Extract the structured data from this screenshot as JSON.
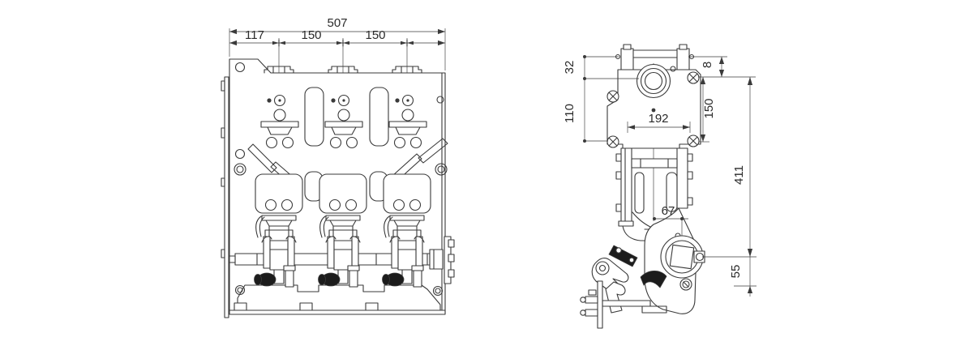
{
  "colors": {
    "line": "#3a3a3a",
    "text": "#2a2a2a",
    "dark_fill": "#1c1c1c",
    "background": "#ffffff"
  },
  "front_view": {
    "overall_width": "507",
    "segment_1": "117",
    "segment_2": "150",
    "segment_3": "150"
  },
  "side_view": {
    "offset_top": "32",
    "offset_edge": "8",
    "height_left": "110",
    "height_right": "150",
    "bolt_spacing": "192",
    "overall_height": "411",
    "link_offset": "67",
    "offset_bottom": "55"
  }
}
